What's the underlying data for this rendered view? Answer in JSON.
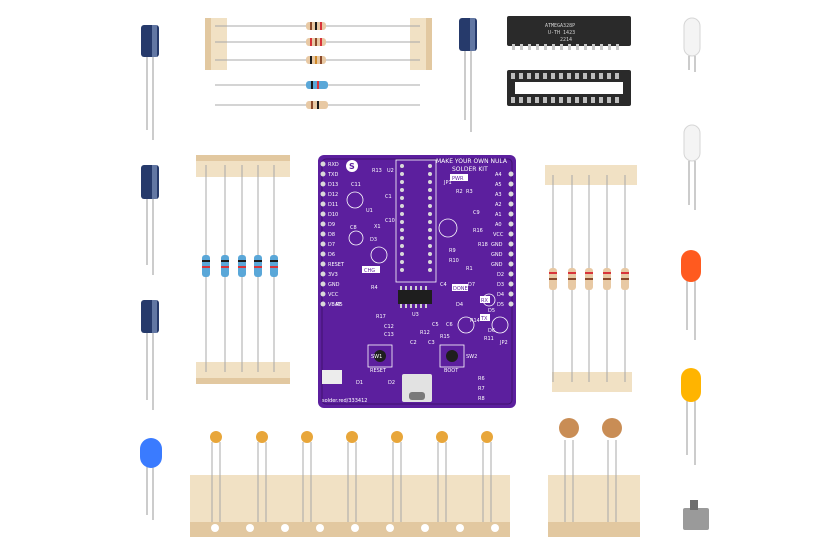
{
  "scene": {
    "title": "MAKE YOUR OWN NULA SOLDER KIT",
    "board": {
      "title_line1": "MAKE YOUR OWN NULA",
      "title_line2": "SOLDER KIT",
      "url": "solder.red/333412",
      "pins_left": [
        "RXD",
        "TXD",
        "D13",
        "D12",
        "D11",
        "D10",
        "D9",
        "D8",
        "D7",
        "D6",
        "RESET",
        "3V3",
        "GND",
        "VCC",
        "VBAT"
      ],
      "pins_right": [
        "A4",
        "A5",
        "A3",
        "A2",
        "A1",
        "A0",
        "VCC",
        "GND",
        "GND",
        "GND",
        "D2",
        "D3",
        "D4",
        "D5"
      ],
      "labels": [
        "R13",
        "U2",
        "C11",
        "C1",
        "U1",
        "C8",
        "D3",
        "X1",
        "C10",
        "R16",
        "C4",
        "D7",
        "R1",
        "R18",
        "R5",
        "R4",
        "R17",
        "C12",
        "C13",
        "U3",
        "C5",
        "C6",
        "R14",
        "C2",
        "C3",
        "R11",
        "JP2",
        "SW1",
        "SW2",
        "D1",
        "D2",
        "R6",
        "R7",
        "R8",
        "JP1",
        "C9",
        "R3",
        "R2",
        "R9",
        "R10",
        "R12",
        "R15",
        "D4",
        "D5",
        "D6"
      ],
      "badges": [
        "PWR",
        "CHG",
        "DONE",
        "RX",
        "TX"
      ],
      "button_labels": [
        "RESET",
        "BOOT"
      ]
    },
    "chip": {
      "marking_line1": "ATMEGA328P",
      "marking_line2": "U-TH 1423",
      "marking_line3": "2214"
    },
    "colors": {
      "pcb": "#5c1f9e",
      "pcb_dark": "#3f126f",
      "pad": "#d9d9d9",
      "tape": "#f1e1c4",
      "tape_dark": "#e2c8a0",
      "resistor_body": "#e8c9a4",
      "cap_body": "#263a6b",
      "led_red": "#ff5a1f",
      "led_yellow": "#ffb400",
      "led_blue": "#3a7bff",
      "led_white": "#f4f4f4"
    }
  }
}
